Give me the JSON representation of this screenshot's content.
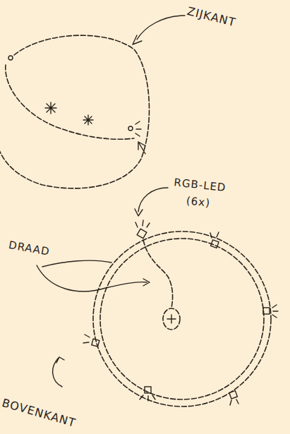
{
  "diagram": {
    "labels": [
      "ZIJKANT",
      "RGB-LED (6x)",
      "DRAAD",
      "BOVENKANT"
    ]
  }
}
